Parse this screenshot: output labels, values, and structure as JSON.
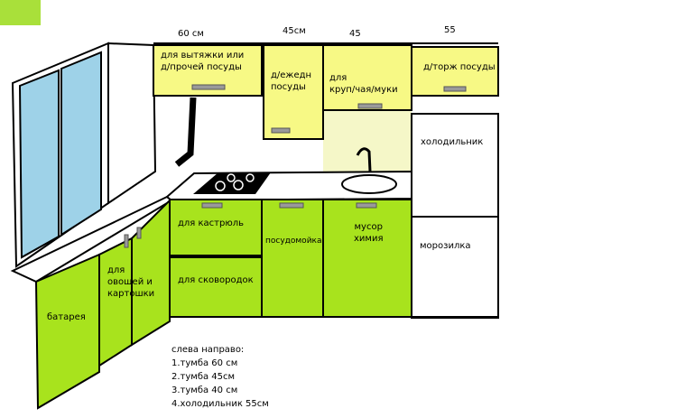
{
  "colors": {
    "corner_accent": "#a9e03a",
    "upper_cabinet": "#f7f985",
    "lower_cabinet": "#a8e31d",
    "window_glass": "#9ed2e8",
    "hob": "#000000",
    "handle": "#9a9a9a",
    "wall_tint": "#f5f7c8"
  },
  "dimensions": {
    "d60": "60 см",
    "d45a": "45см",
    "d45b": "45",
    "d55": "55"
  },
  "upper_cabinets": {
    "hood": "для вытяжки или\nд/прочей посуды",
    "dishes": "д/ежедн\nпосуды",
    "groceries": "для\nкруп/чая/муки",
    "tableware": "д/торж посуды"
  },
  "lower_cabinets": {
    "veg": "для\nовощей и\nкартошки",
    "pots": "для кастрюль",
    "pans": "для сковородок",
    "dishwasher": "посудомойка",
    "trash": "мусор\nхимия"
  },
  "appliances": {
    "fridge": "холодильник",
    "freezer": "морозилка",
    "radiator": "батарея"
  },
  "notes": {
    "title": "слева направо:",
    "items": [
      "1.тумба  60 см",
      "2.тумба 45см",
      "3.тумба 40 см",
      "4.холодильник 55см"
    ]
  }
}
